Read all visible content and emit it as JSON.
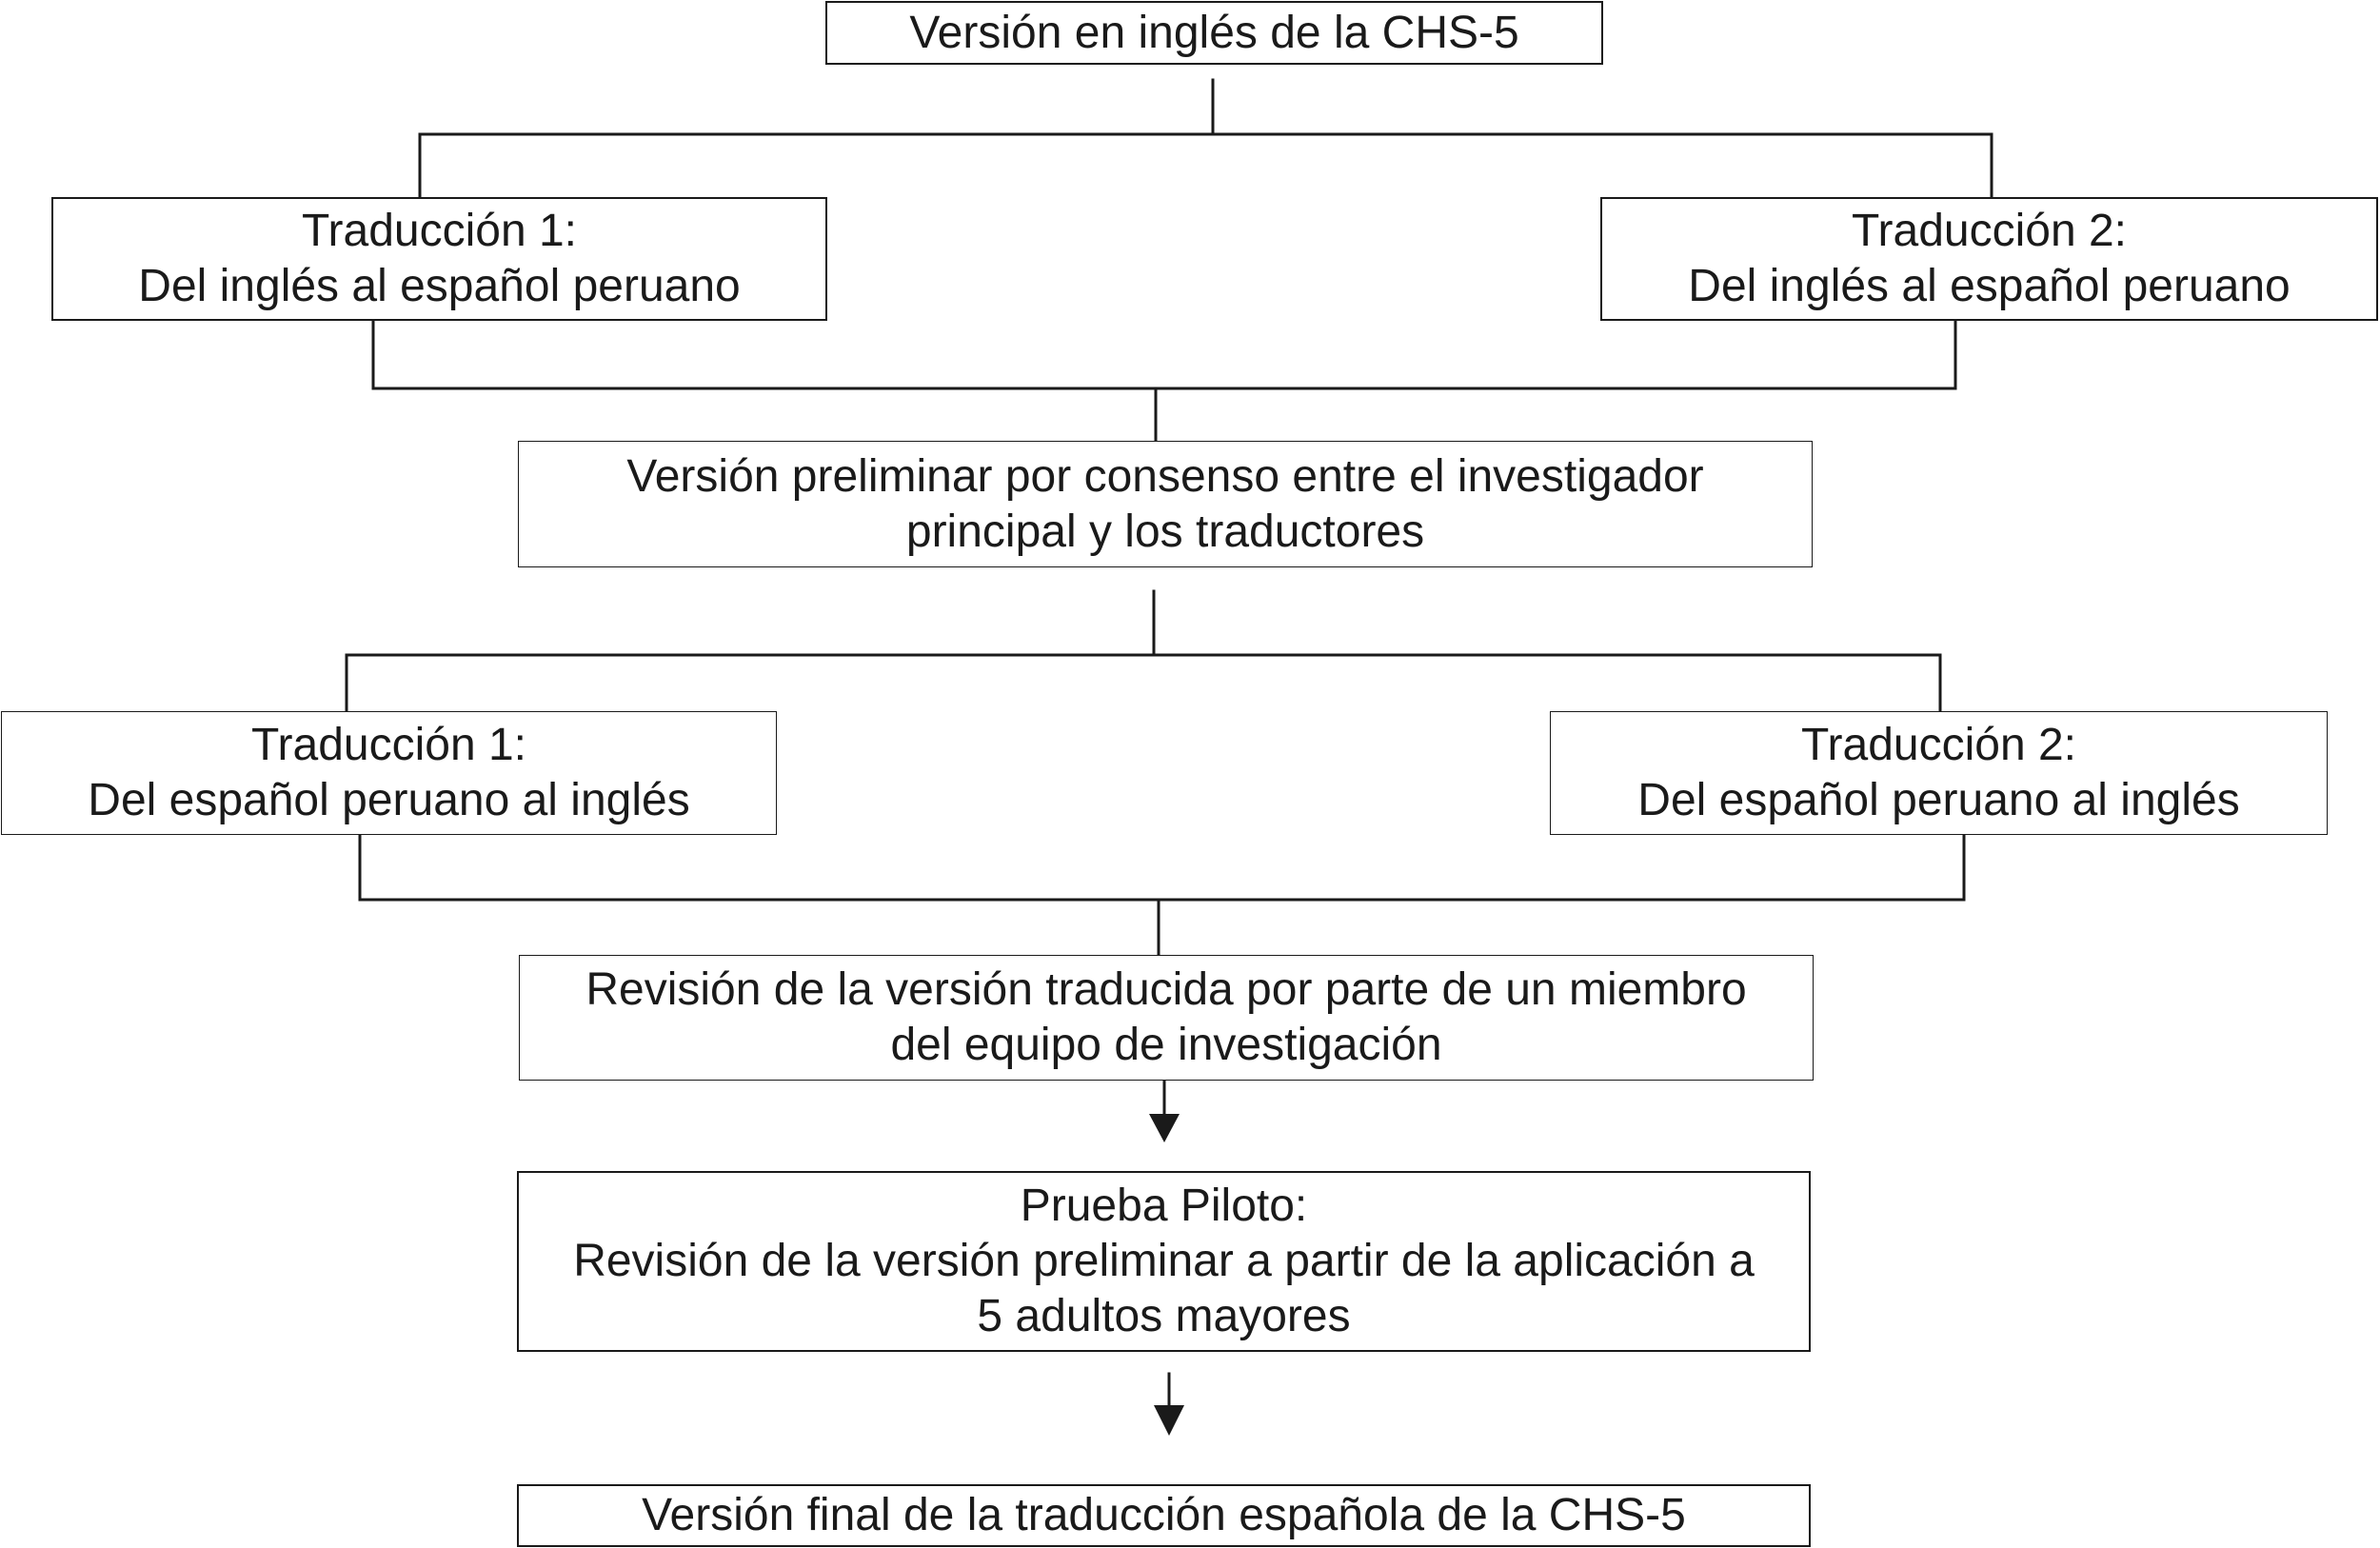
{
  "flowchart": {
    "source": {
      "line1": "Versión en inglés de la CHS-5"
    },
    "forward_translation_1": {
      "line1": "Traducción 1:",
      "line2": "Del inglés al español peruano"
    },
    "forward_translation_2": {
      "line1": "Traducción 2:",
      "line2": "Del inglés al español peruano"
    },
    "preliminary_version": {
      "line1": "Versión preliminar por consenso entre el investigador",
      "line2": "principal y los traductores"
    },
    "back_translation_1": {
      "line1": "Traducción 1:",
      "line2": "Del español peruano al inglés"
    },
    "back_translation_2": {
      "line1": "Traducción 2:",
      "line2": "Del español peruano al inglés"
    },
    "review": {
      "line1": "Revisión de la versión traducida por parte de un miembro",
      "line2": "del equipo de investigación"
    },
    "pilot_test": {
      "line1": "Prueba Piloto:",
      "line2": "Revisión de la versión preliminar a partir de la aplicación a",
      "line3": "5 adultos mayores"
    },
    "final_version": {
      "line1": "Versión final de la traducción española de la CHS-5"
    }
  }
}
